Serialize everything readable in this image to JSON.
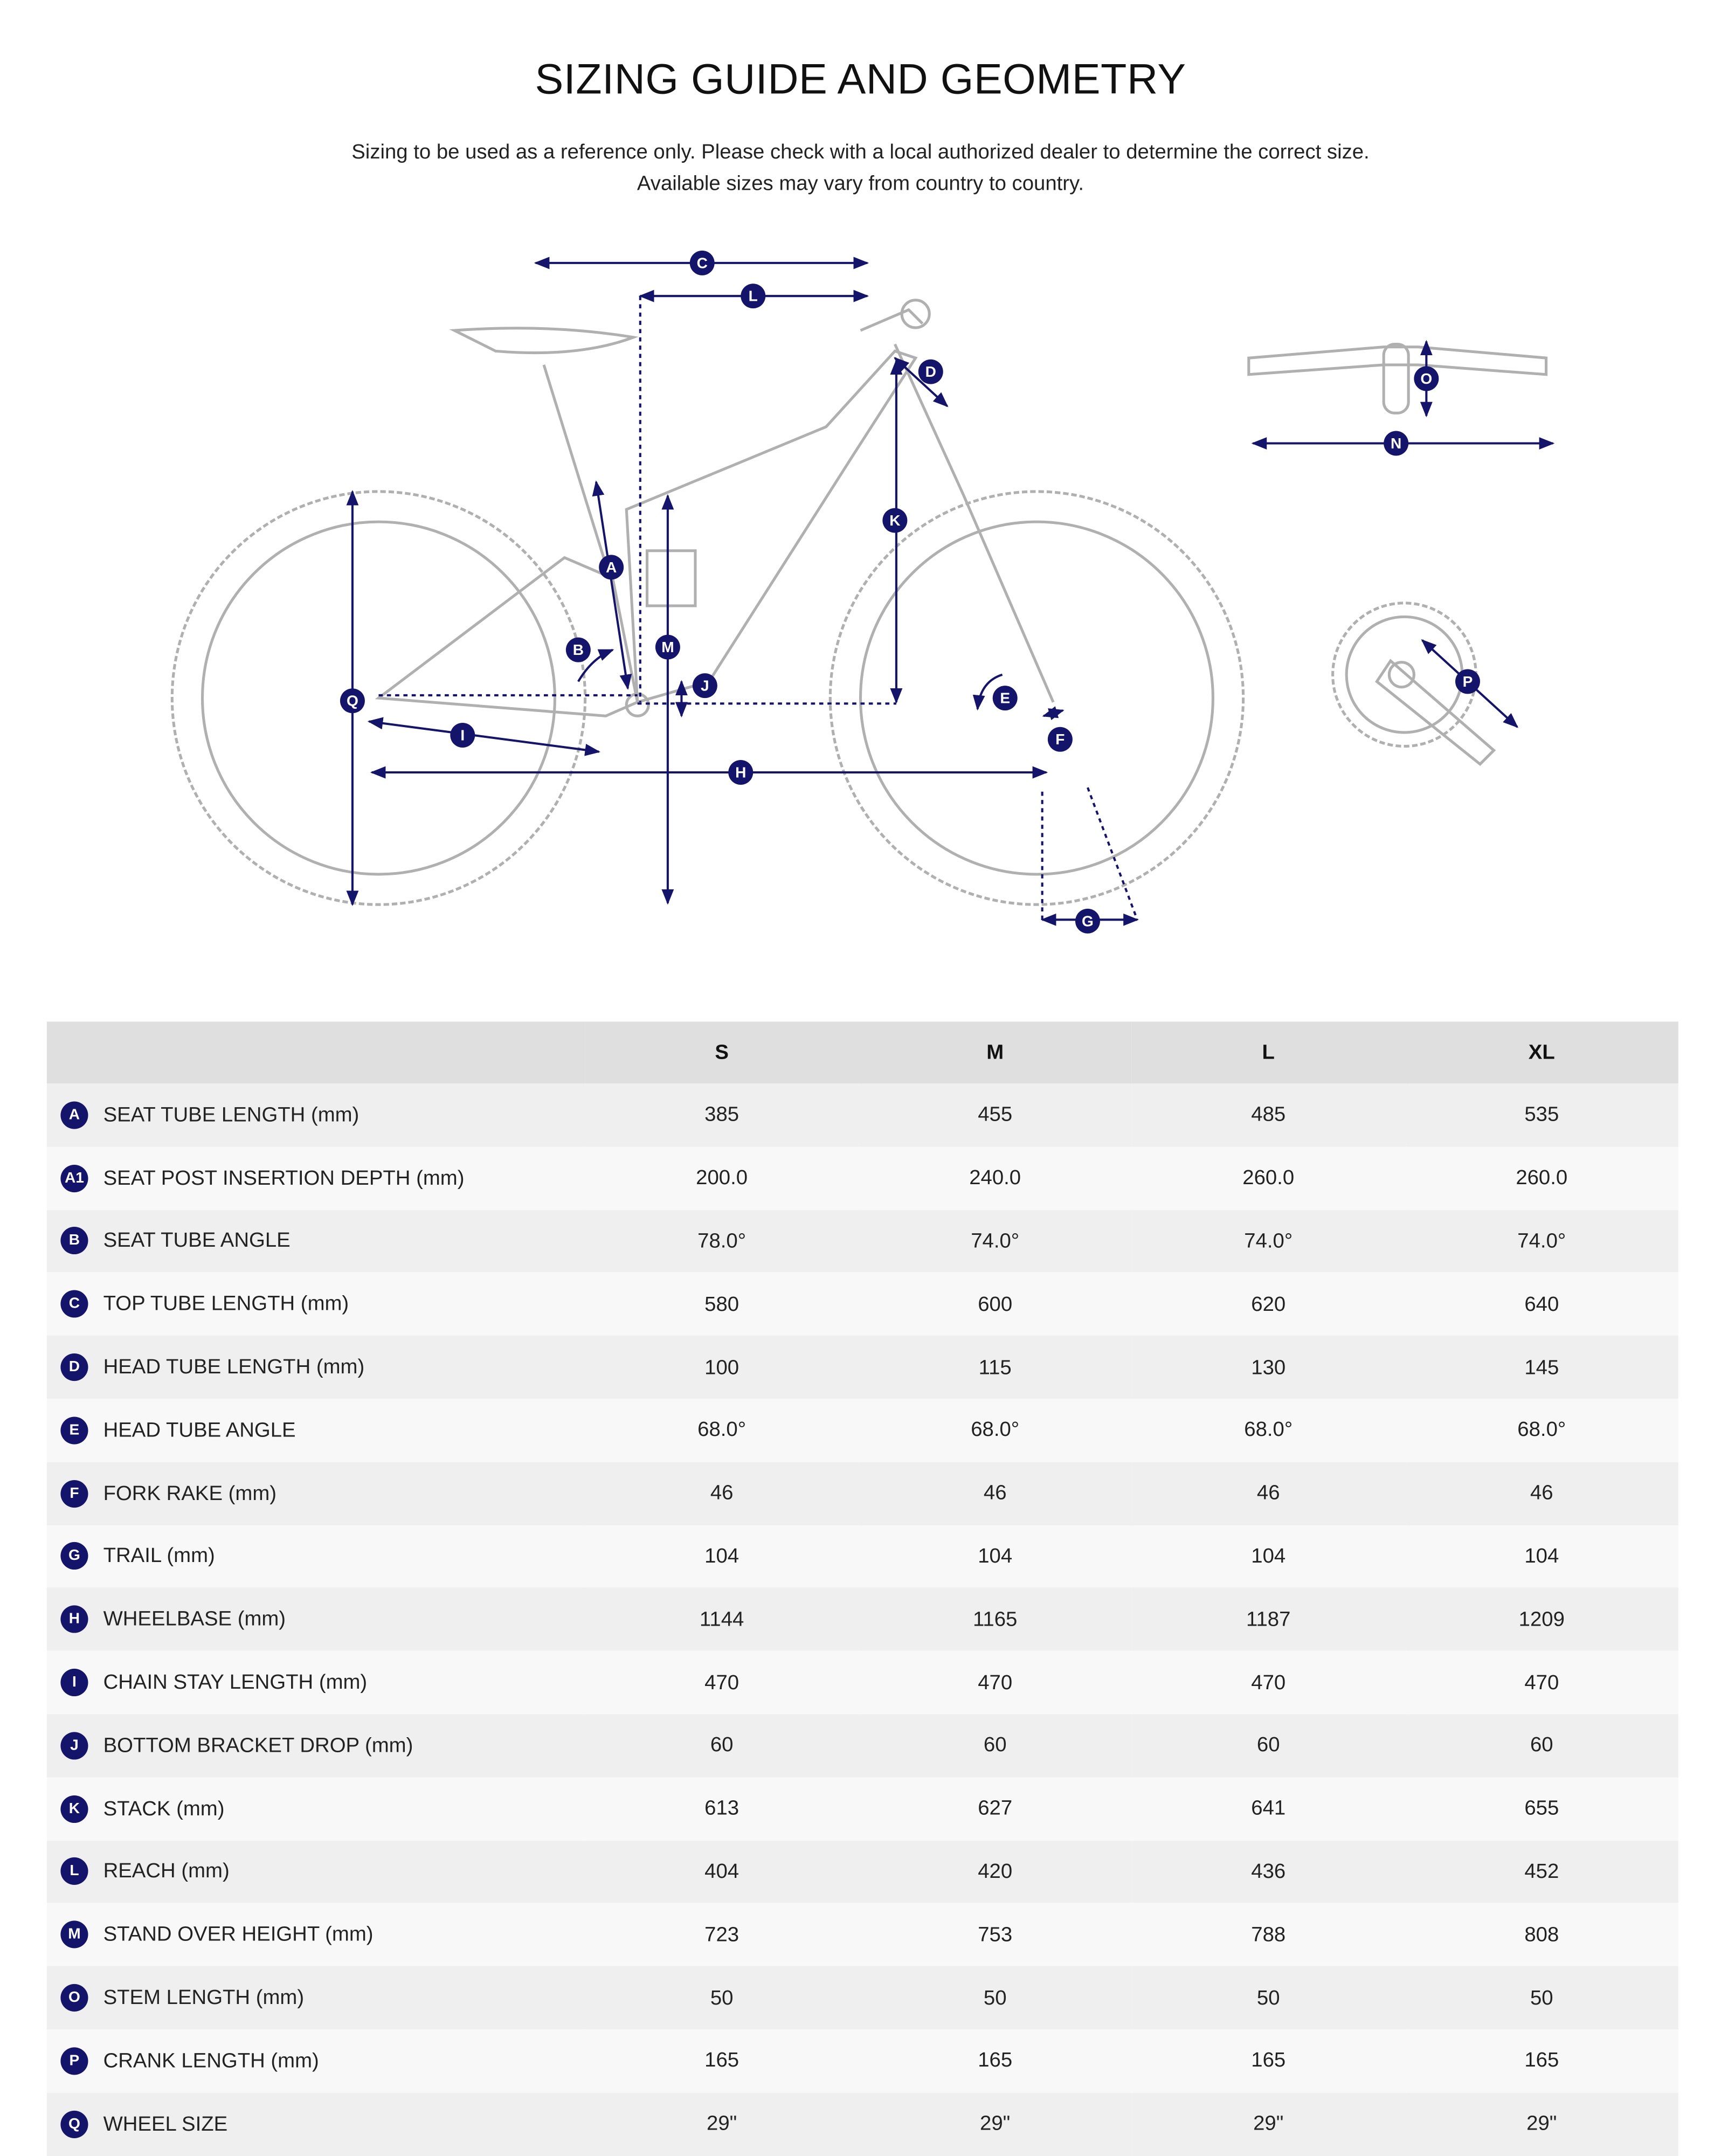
{
  "title": "SIZING GUIDE AND GEOMETRY",
  "subtitle_line1": "Sizing to be used as a reference only. Please check with a local authorized dealer to determine the correct size.",
  "subtitle_line2": "Available sizes may vary from country to country.",
  "diagram_labels": {
    "C": "C",
    "L": "L",
    "D": "D",
    "K": "K",
    "A": "A",
    "B": "B",
    "M": "M",
    "J": "J",
    "Q": "Q",
    "I": "I",
    "H": "H",
    "E": "E",
    "F": "F",
    "G": "G",
    "O": "O",
    "N": "N",
    "P": "P"
  },
  "accent_color": "#14146b",
  "table": {
    "headers": [
      "S",
      "M",
      "L",
      "XL"
    ],
    "rows": [
      {
        "code": "A",
        "label": "SEAT TUBE LENGTH (mm)",
        "values": [
          "385",
          "455",
          "485",
          "535"
        ]
      },
      {
        "code": "A1",
        "label": "SEAT POST INSERTION DEPTH (mm)",
        "values": [
          "200.0",
          "240.0",
          "260.0",
          "260.0"
        ]
      },
      {
        "code": "B",
        "label": "SEAT TUBE ANGLE",
        "values": [
          "78.0°",
          "74.0°",
          "74.0°",
          "74.0°"
        ]
      },
      {
        "code": "C",
        "label": "TOP TUBE LENGTH (mm)",
        "values": [
          "580",
          "600",
          "620",
          "640"
        ]
      },
      {
        "code": "D",
        "label": "HEAD TUBE LENGTH (mm)",
        "values": [
          "100",
          "115",
          "130",
          "145"
        ]
      },
      {
        "code": "E",
        "label": "HEAD TUBE ANGLE",
        "values": [
          "68.0°",
          "68.0°",
          "68.0°",
          "68.0°"
        ]
      },
      {
        "code": "F",
        "label": "FORK RAKE (mm)",
        "values": [
          "46",
          "46",
          "46",
          "46"
        ]
      },
      {
        "code": "G",
        "label": "TRAIL (mm)",
        "values": [
          "104",
          "104",
          "104",
          "104"
        ]
      },
      {
        "code": "H",
        "label": "WHEELBASE (mm)",
        "values": [
          "1144",
          "1165",
          "1187",
          "1209"
        ]
      },
      {
        "code": "I",
        "label": "CHAIN STAY LENGTH (mm)",
        "values": [
          "470",
          "470",
          "470",
          "470"
        ]
      },
      {
        "code": "J",
        "label": "BOTTOM BRACKET DROP (mm)",
        "values": [
          "60",
          "60",
          "60",
          "60"
        ]
      },
      {
        "code": "K",
        "label": "STACK (mm)",
        "values": [
          "613",
          "627",
          "641",
          "655"
        ]
      },
      {
        "code": "L",
        "label": "REACH (mm)",
        "values": [
          "404",
          "420",
          "436",
          "452"
        ]
      },
      {
        "code": "M",
        "label": "STAND OVER HEIGHT (mm)",
        "values": [
          "723",
          "753",
          "788",
          "808"
        ]
      },
      {
        "code": "O",
        "label": "STEM LENGTH (mm)",
        "values": [
          "50",
          "50",
          "50",
          "50"
        ]
      },
      {
        "code": "P",
        "label": "CRANK LENGTH (mm)",
        "values": [
          "165",
          "165",
          "165",
          "165"
        ]
      },
      {
        "code": "Q",
        "label": "WHEEL SIZE",
        "values": [
          "29\"",
          "29\"",
          "29\"",
          "29\""
        ]
      }
    ]
  }
}
